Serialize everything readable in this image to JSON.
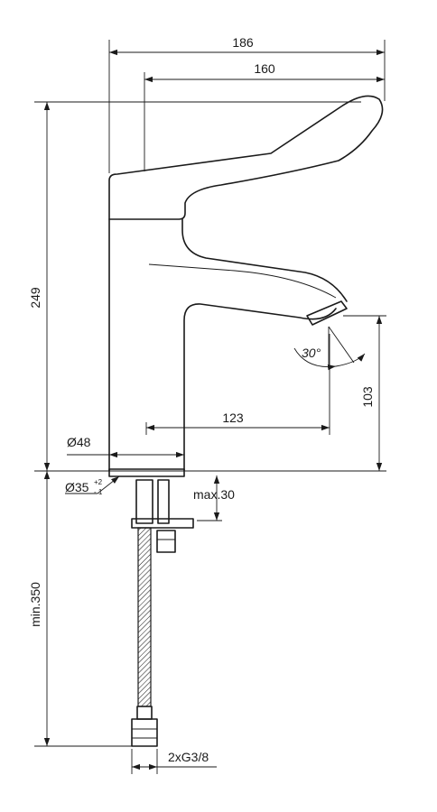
{
  "dimensions": {
    "overall_width": "186",
    "lever_width": "160",
    "height": "249",
    "spout_reach": "123",
    "spout_height": "103",
    "body_diameter": "Ø48",
    "hole_diameter": "Ø35",
    "hole_tol_plus": "+2",
    "hole_tol_minus": "- 1",
    "deck_thickness": "max.30",
    "hose_length": "min.350",
    "connection": "2xG3/8",
    "spray_angle": "30°"
  }
}
